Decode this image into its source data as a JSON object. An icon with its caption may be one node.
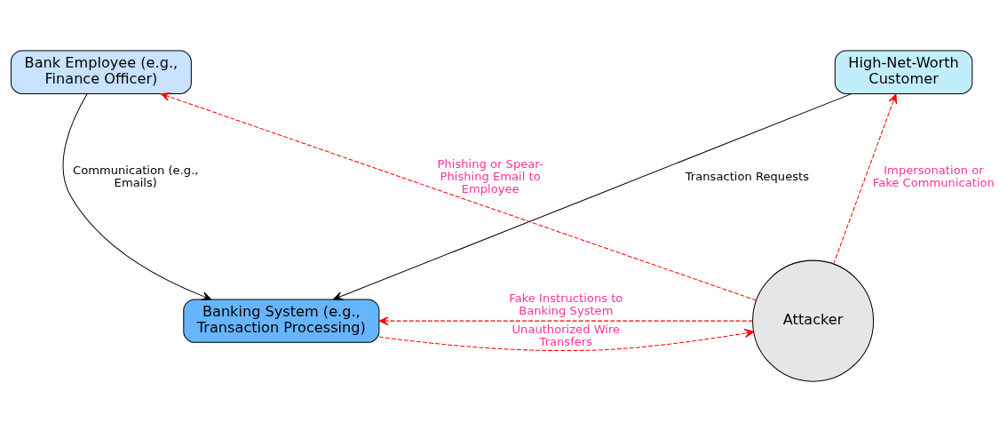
{
  "diagram": {
    "nodes": [
      {
        "text": [
          "Bank Employee (e.g., Finance Officer)"
        ]
      },
      {
        "text": [
          "High-Net-Worth Customer"
        ]
      },
      {
        "text": [
          "Banking System (e.g., Transaction Processing)"
        ]
      },
      {
        "text": [
          "Attacker"
        ]
      }
    ],
    "edges": [
      {
        "from": 0,
        "to": 2,
        "arrow": "to",
        "label": "Communication (e.g., Emails)",
        "color": "#000000"
      },
      {
        "from": 1,
        "to": 2,
        "arrow": "to",
        "label": "Transaction Requests",
        "color": "#000000"
      },
      {
        "from": 3,
        "to": 0,
        "arrow": "to",
        "label": "Phishing or Spear-Phishing Email to Employee",
        "style": "dashed",
        "color": "#ff0000"
      },
      {
        "from": 3,
        "to": 1,
        "arrow": "to",
        "label": "Impersonation or Fake Communication",
        "style": "dashed",
        "color": "#ff0000"
      },
      {
        "from": 3,
        "to": 2,
        "arrow": "to",
        "label": "Fake Instructions to Banking System",
        "style": "dashed",
        "color": "#ff0000"
      },
      {
        "from": 2,
        "to": 3,
        "arrow": "to",
        "label": "Unauthorized Wire Transfers",
        "style": "dashed",
        "color": "#ff0000"
      }
    ]
  }
}
